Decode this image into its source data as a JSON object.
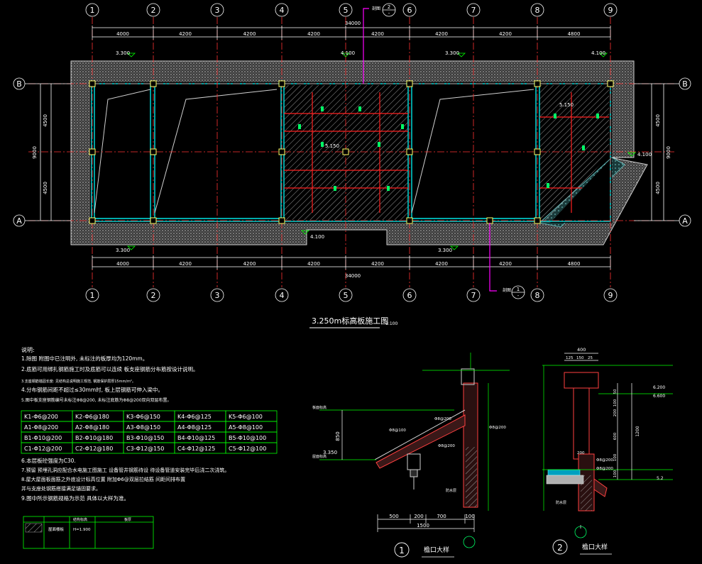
{
  "colors": {
    "background": "#000000",
    "grid_line": "#ff3333",
    "axis_bubble": "#ffffff",
    "dimension": "#ffffff",
    "wall": "#c8c8c8",
    "beam": "#00ffff",
    "rebar": "#ff2020",
    "hatch": "#aaaaaa",
    "column": "#ffff66",
    "level_mark": "#00ff00",
    "note_text": "#ffffff",
    "table_line": "#00ff00",
    "section_line": "#ff00ff"
  },
  "plan": {
    "title": "3.250m标高板施工图",
    "scale": "1:100",
    "axes_x": [
      "1",
      "2",
      "3",
      "4",
      "5",
      "6",
      "7",
      "8",
      "9"
    ],
    "axes_y": [
      "B",
      "A"
    ],
    "spans_top": [
      "4000",
      "4200",
      "4200",
      "4200",
      "4200",
      "4200",
      "4200",
      "4800"
    ],
    "spans_bottom": [
      "4000",
      "4200",
      "4200",
      "4200",
      "4200",
      "4200",
      "4200",
      "4800"
    ],
    "total_length": "34000",
    "total_length_bottom": "34000",
    "side_spans": [
      "4500",
      "4500"
    ],
    "side_total": "9000",
    "levels": [
      "3.300",
      "4.100",
      "3.300",
      "4.100",
      "5.150",
      "5.150",
      "4.100",
      "4.100",
      "3.300",
      "3.300"
    ],
    "section_mark_top": {
      "label": "剖图",
      "num": "2",
      "ref": "-"
    },
    "section_mark_bottom": {
      "label": "剖图",
      "num": "1",
      "ref": "-"
    }
  },
  "notes": {
    "heading": "说明:",
    "items": [
      "1.除图 附图中已注明外, 未标注的板厚均为120mm。",
      "2.底筋可用绑扎钢筋施工时及底筋可以连续 板支座钢筋分布筋按设计说明。",
      "3.支座钢筋锚固长度: 见结构总说明施工规范, 钢筋保护层厚15mm/m²。",
      "4.分布钢筋间距不超过≤30mm时, 板上层钢筋可伸入梁中。",
      "5.图中板支座钢筋编号未标注Φ8@200, 未标注底筋为Φ8@200双向双层布置。"
    ],
    "items_after": [
      "6.本层板砼强度为C30.",
      "7.预留 预埋孔洞应配合水电施工图施工 设备管井钢筋待设 待设备管道安装完毕后浇二次浇筑。",
      "8.屋大屋面板面筋之外底设计标高位置 附加Φ6@双层拉结筋 间距间排布置",
      "  并与支座处钢筋搭接满足锚固要求。",
      "9.图中所示钢筋规格为示范 具体以大样为准。"
    ]
  },
  "rebar_table": [
    [
      "K1-Φ6@200",
      "K2-Φ6@180",
      "K3-Φ6@150",
      "K4-Φ6@125",
      "K5-Φ6@100"
    ],
    [
      "A1-Φ8@200",
      "A2-Φ8@180",
      "A3-Φ8@150",
      "A4-Φ8@125",
      "A5-Φ8@100"
    ],
    [
      "B1-Φ10@200",
      "B2-Φ10@180",
      "B3-Φ10@150",
      "B4-Φ10@125",
      "B5-Φ10@100"
    ],
    [
      "C1-Φ12@200",
      "C2-Φ12@180",
      "C3-Φ12@150",
      "C4-Φ12@125",
      "C5-Φ12@100"
    ]
  ],
  "legend_table": {
    "headers": [
      "",
      "结构标高",
      "板厚"
    ],
    "row": [
      "",
      "屋面楼板",
      "H=1.900"
    ]
  },
  "detail1": {
    "num": "1",
    "title": "檐口大样",
    "dims_bottom": [
      "500",
      "200",
      "700",
      "100"
    ],
    "dim_total": "1500",
    "dim_height": "850",
    "level": "3.350",
    "rebar_labels": [
      "Φ8@200",
      "Φ8@100",
      "Φ8@200",
      "Φ8@200"
    ],
    "labels": [
      "板面标高",
      "屋面标高",
      "防水层"
    ]
  },
  "detail2": {
    "num": "2",
    "title": "檐口大样",
    "dims_top": [
      "400",
      "125",
      "150",
      "25"
    ],
    "levels": [
      "6.200",
      "6.600",
      "5.2"
    ],
    "dims_side": [
      "50",
      "100",
      "200",
      "600",
      "1200",
      "100",
      "100"
    ],
    "rebar_labels": [
      "Φ8@200",
      "Φ8@200"
    ],
    "dim_200": "200",
    "labels": [
      "防水层"
    ]
  }
}
